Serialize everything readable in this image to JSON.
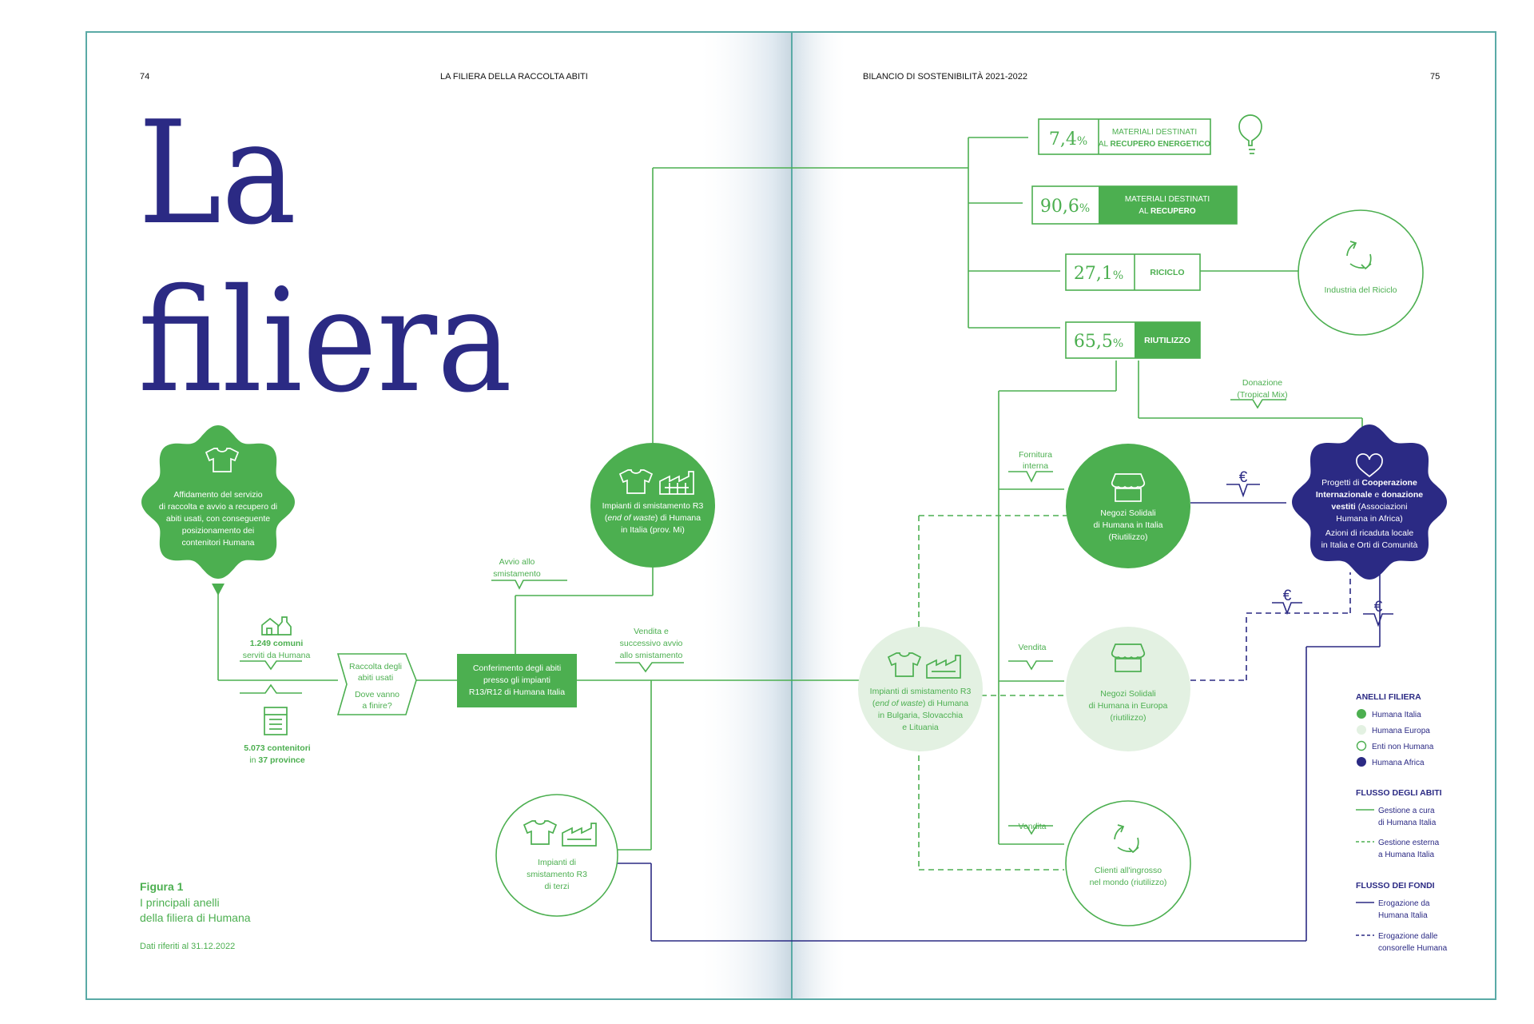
{
  "header": {
    "page_left": "74",
    "title_left": "LA FILIERA DELLA RACCOLTA ABITI",
    "title_right": "BILANCIO DI SOSTENIBILITÀ 2021-2022",
    "page_right": "75"
  },
  "headline": {
    "line1": "La",
    "line2": "filiera"
  },
  "colors": {
    "green": "#4caf50",
    "light_green": "#e3f1e2",
    "navy": "#2b2a84",
    "frame": "#5aaaa6"
  },
  "nodes": {
    "affidamento": [
      "Affidamento del servizio",
      "di raccolta e avvio a recupero di",
      "abiti usati, con conseguente",
      "posizionamento dei",
      "contenitori Humana"
    ],
    "comuni": {
      "bold": "1.249 comuni",
      "text": "serviti da Humana"
    },
    "contenitori": {
      "bold1": "5.073 contenitori",
      "pre2": "in ",
      "bold2": "37 province"
    },
    "raccolta": {
      "line1": "Raccolta degli",
      "line2": "abiti usati",
      "line3": "Dove vanno",
      "line4": "a finire?"
    },
    "conferimento": [
      "Conferimento degli abiti",
      "presso gli impianti",
      "R13/R12 di Humana Italia"
    ],
    "avvio_smistamento": [
      "Avvio allo",
      "smistamento"
    ],
    "vendita_avvio": [
      "Vendita e",
      "successivo avvio",
      "allo smistamento"
    ],
    "impianti_italia": {
      "line1": "Impianti di smistamento R3",
      "line2_italic": "end of waste",
      "line2_post": ") di Humana",
      "line3": "in Italia (prov. Mi)"
    },
    "impianti_terzi": [
      "Impianti di",
      "smistamento R3",
      "di terzi"
    ],
    "impianti_europa": {
      "line1": "Impianti di smistamento R3",
      "line2_italic": "end of waste",
      "line2_post": ") di Humana",
      "line3": "in Bulgaria, Slovacchia",
      "line4": "e Lituania"
    },
    "negozi_italia": [
      "Negozi Solidali",
      "di Humana in Italia",
      "(Riutilizzo)"
    ],
    "negozi_europa": [
      "Negozi Solidali",
      "di Humana in Europa",
      "(riutilizzo)"
    ],
    "clienti": [
      "Clienti all'ingrosso",
      "nel mondo (riutilizzo)"
    ],
    "industria": "Industria del Riciclo",
    "progetti": {
      "l1": "Progetti di ",
      "l1b": "Cooperazione",
      "l2b": "Internazionale",
      "l2m": " e ",
      "l2b2": "donazione",
      "l3b": "vestiti",
      "l3": " (Associazioni",
      "l4": "Humana in Africa)",
      "l5": "Azioni di ricaduta locale",
      "l6": "in Italia e Orti di Comunità"
    },
    "fornitura": [
      "Fornitura",
      "interna"
    ],
    "vendita": "Vendita",
    "donazione": [
      "Donazione",
      "(Tropical Mix)"
    ],
    "euro": "€"
  },
  "percentages": {
    "energetico": {
      "value": "7,4",
      "unit": "%",
      "line1": "MATERIALI DESTINATI",
      "pre2": "AL ",
      "bold2": "RECUPERO ENERGETICO"
    },
    "recupero": {
      "value": "90,6",
      "unit": "%",
      "line1": "MATERIALI DESTINATI",
      "pre2": "AL ",
      "bold2": "RECUPERO"
    },
    "riciclo": {
      "value": "27,1",
      "unit": "%",
      "label": "RICICLO"
    },
    "riutilizzo": {
      "value": "65,5",
      "unit": "%",
      "label": "RIUTILIZZO"
    }
  },
  "legend": {
    "anelli_title": "ANELLI FILIERA",
    "anelli": [
      "Humana Italia",
      "Humana Europa",
      "Enti non Humana",
      "Humana Africa"
    ],
    "flusso_abiti_title": "FLUSSO DEGLI ABITI",
    "flusso_abiti": [
      [
        "Gestione a cura",
        "di Humana Italia"
      ],
      [
        "Gestione esterna",
        "a Humana Italia"
      ]
    ],
    "flusso_fondi_title": "FLUSSO DEI FONDI",
    "flusso_fondi": [
      [
        "Erogazione da",
        "Humana Italia"
      ],
      [
        "Erogazione dalle",
        "consorelle Humana"
      ]
    ]
  },
  "figure": {
    "title": "Figura 1",
    "caption": [
      "I principali anelli",
      "della filiera di Humana"
    ],
    "note": "Dati riferiti al 31.12.2022"
  }
}
